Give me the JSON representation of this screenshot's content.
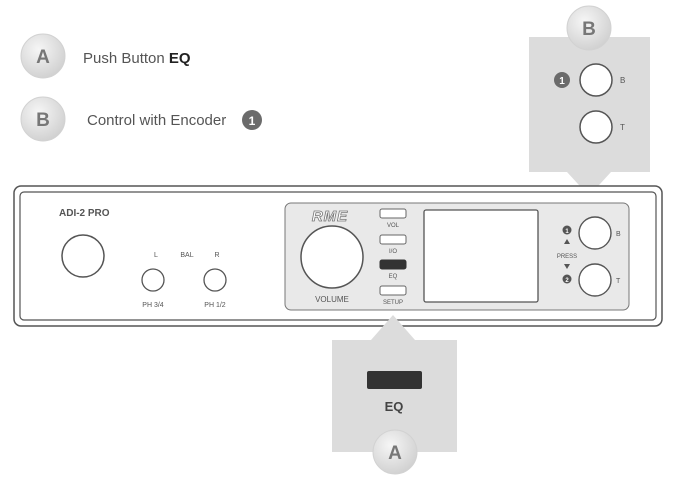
{
  "legend": {
    "a": {
      "letter": "A",
      "text_prefix": "Push Button ",
      "text_bold": "EQ"
    },
    "b": {
      "letter": "B",
      "text": "Control with Encoder",
      "number": "1"
    }
  },
  "callout_b": {
    "letter": "B",
    "number": "1",
    "top_label": "B",
    "bottom_label": "T"
  },
  "callout_a": {
    "letter": "A",
    "button_label": "EQ"
  },
  "device": {
    "model": "ADI-2 PRO",
    "logo": "RME",
    "l_label": "L",
    "bal_label": "BAL",
    "r_label": "R",
    "ph34_label": "PH 3/4",
    "ph12_label": "PH 1/2",
    "volume_label": "VOLUME",
    "buttons": [
      "VOL",
      "I/O",
      "EQ",
      "SETUP"
    ],
    "encoder_1_number": "1",
    "encoder_2_number": "2",
    "press_label": "PRESS",
    "encoder_b_label": "B",
    "encoder_t_label": "T"
  },
  "colors": {
    "callout_bg": "#dcdcdc",
    "badge": "#e6e6e6",
    "stroke": "#666666",
    "eq_button": "#333333"
  }
}
